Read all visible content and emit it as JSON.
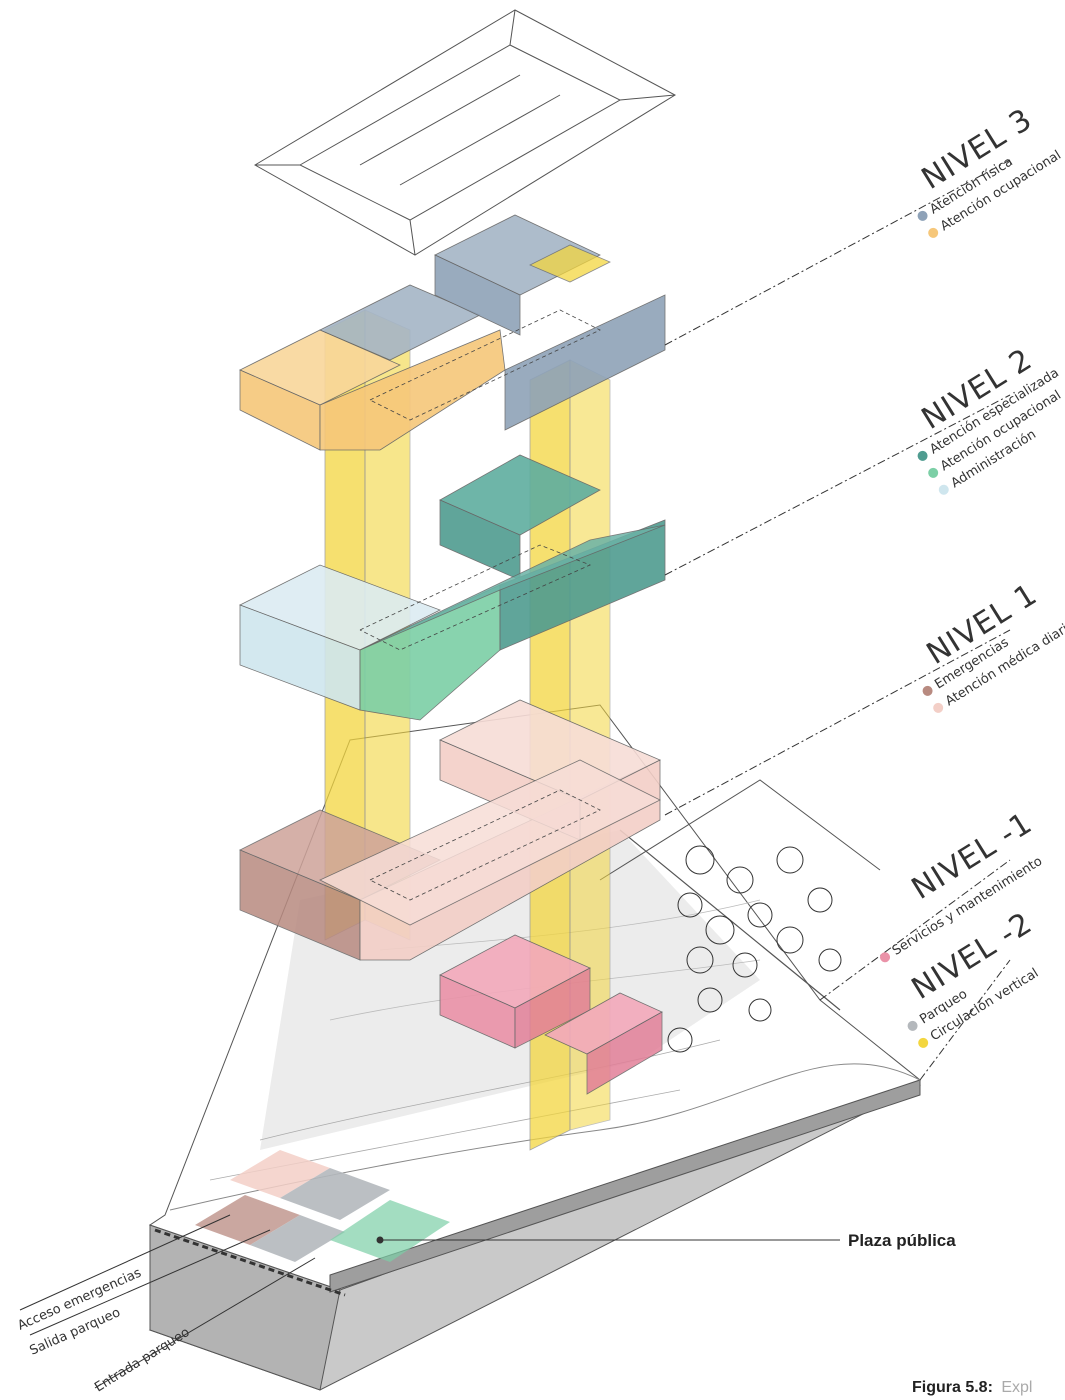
{
  "colors": {
    "yellow_core": "#f3d63f",
    "orange": "#f6c77a",
    "slate": "#8ea2b8",
    "teal": "#4f9c90",
    "green": "#7ccfa6",
    "pale_blue": "#cfe6ee",
    "rose_dark": "#b88a80",
    "rose_light": "#f3cfc7",
    "pink": "#ea92a8",
    "gray": "#b4b8bc"
  },
  "levels": [
    {
      "title": "NIVEL 3",
      "items": [
        {
          "label": "Atención física",
          "color": "#8ea2b8"
        },
        {
          "label": "Atención ocupacional",
          "color": "#f6c77a"
        }
      ]
    },
    {
      "title": "NIVEL 2",
      "items": [
        {
          "label": "Atención especializada",
          "color": "#4f9c90"
        },
        {
          "label": "Atención ocupacional",
          "color": "#7ccfa6"
        },
        {
          "label": "Administración",
          "color": "#cfe6ee"
        }
      ]
    },
    {
      "title": "NIVEL 1",
      "items": [
        {
          "label": "Emergencias",
          "color": "#b88a80"
        },
        {
          "label": "Atención médica diaria",
          "color": "#f3cfc7"
        }
      ]
    },
    {
      "title": "NIVEL -1",
      "items": [
        {
          "label": "Servicios y mantenimiento",
          "color": "#ea92a8"
        }
      ]
    },
    {
      "title": "NIVEL -2",
      "items": [
        {
          "label": "Parqueo",
          "color": "#b4b8bc"
        },
        {
          "label": "Circulación vertical",
          "color": "#f3d63f"
        }
      ]
    }
  ],
  "site_labels": [
    "Acceso emergencias",
    "Salida parqueo",
    "Entrada parqueo"
  ],
  "plaza_label": "Plaza pública",
  "caption": {
    "prefix": "Figura 5.8:",
    "rest": "Expl"
  }
}
